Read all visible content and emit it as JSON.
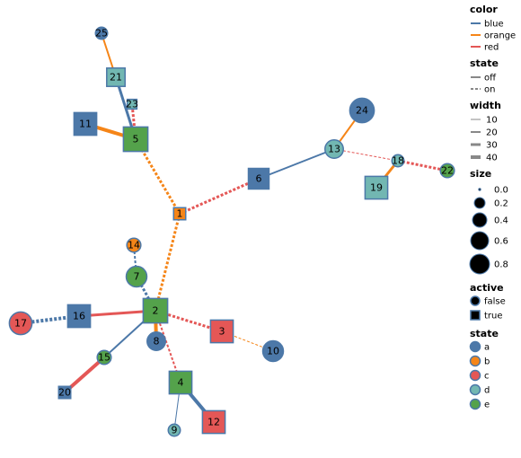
{
  "chart_data": {
    "type": "network",
    "nodes": [
      {
        "id": "1",
        "state": "b",
        "size": 0.1,
        "active": true
      },
      {
        "id": "2",
        "state": "e",
        "size": 0.6,
        "active": true
      },
      {
        "id": "3",
        "state": "c",
        "size": 0.5,
        "active": true
      },
      {
        "id": "4",
        "state": "e",
        "size": 0.5,
        "active": true
      },
      {
        "id": "5",
        "state": "e",
        "size": 0.6,
        "active": true
      },
      {
        "id": "6",
        "state": "a",
        "size": 0.4,
        "active": true
      },
      {
        "id": "7",
        "state": "e",
        "size": 0.4,
        "active": false
      },
      {
        "id": "8",
        "state": "a",
        "size": 0.3,
        "active": false
      },
      {
        "id": "9",
        "state": "d",
        "size": 0.1,
        "active": false
      },
      {
        "id": "10",
        "state": "a",
        "size": 0.4,
        "active": false
      },
      {
        "id": "11",
        "state": "a",
        "size": 0.5,
        "active": true
      },
      {
        "id": "12",
        "state": "c",
        "size": 0.5,
        "active": true
      },
      {
        "id": "13",
        "state": "d",
        "size": 0.3,
        "active": false
      },
      {
        "id": "14",
        "state": "b",
        "size": 0.15,
        "active": false
      },
      {
        "id": "15",
        "state": "e",
        "size": 0.15,
        "active": false
      },
      {
        "id": "16",
        "state": "a",
        "size": 0.5,
        "active": true
      },
      {
        "id": "17",
        "state": "c",
        "size": 0.5,
        "active": false
      },
      {
        "id": "18",
        "state": "d",
        "size": 0.1,
        "active": false
      },
      {
        "id": "19",
        "state": "d",
        "size": 0.5,
        "active": true
      },
      {
        "id": "20",
        "state": "a",
        "size": 0.1,
        "active": true
      },
      {
        "id": "21",
        "state": "d",
        "size": 0.3,
        "active": true
      },
      {
        "id": "22",
        "state": "e",
        "size": 0.15,
        "active": false
      },
      {
        "id": "23",
        "state": "d",
        "size": 0.05,
        "active": true
      },
      {
        "id": "24",
        "state": "a",
        "size": 0.6,
        "active": false
      },
      {
        "id": "25",
        "state": "a",
        "size": 0.1,
        "active": false
      }
    ],
    "edges": [
      {
        "source": "1",
        "target": "2",
        "color": "orange",
        "state": "on",
        "width": 30
      },
      {
        "source": "1",
        "target": "5",
        "color": "orange",
        "state": "on",
        "width": 30
      },
      {
        "source": "1",
        "target": "6",
        "color": "red",
        "state": "on",
        "width": 30
      },
      {
        "source": "6",
        "target": "13",
        "color": "blue",
        "state": "off",
        "width": 20
      },
      {
        "source": "13",
        "target": "24",
        "color": "orange",
        "state": "off",
        "width": 20
      },
      {
        "source": "13",
        "target": "18",
        "color": "red",
        "state": "on",
        "width": 10
      },
      {
        "source": "18",
        "target": "22",
        "color": "red",
        "state": "on",
        "width": 30
      },
      {
        "source": "18",
        "target": "19",
        "color": "orange",
        "state": "off",
        "width": 30
      },
      {
        "source": "5",
        "target": "11",
        "color": "orange",
        "state": "off",
        "width": 40
      },
      {
        "source": "5",
        "target": "23",
        "color": "red",
        "state": "on",
        "width": 30
      },
      {
        "source": "5",
        "target": "21",
        "color": "blue",
        "state": "off",
        "width": 30
      },
      {
        "source": "21",
        "target": "25",
        "color": "orange",
        "state": "off",
        "width": 20
      },
      {
        "source": "2",
        "target": "16",
        "color": "red",
        "state": "off",
        "width": 30
      },
      {
        "source": "16",
        "target": "17",
        "color": "blue",
        "state": "on",
        "width": 40
      },
      {
        "source": "2",
        "target": "7",
        "color": "blue",
        "state": "on",
        "width": 30
      },
      {
        "source": "7",
        "target": "14",
        "color": "blue",
        "state": "on",
        "width": 20
      },
      {
        "source": "2",
        "target": "8",
        "color": "orange",
        "state": "off",
        "width": 40
      },
      {
        "source": "2",
        "target": "3",
        "color": "red",
        "state": "on",
        "width": 30
      },
      {
        "source": "3",
        "target": "10",
        "color": "orange",
        "state": "on",
        "width": 10
      },
      {
        "source": "2",
        "target": "15",
        "color": "blue",
        "state": "off",
        "width": 20
      },
      {
        "source": "15",
        "target": "20",
        "color": "red",
        "state": "off",
        "width": 40
      },
      {
        "source": "2",
        "target": "4",
        "color": "red",
        "state": "on",
        "width": 20
      },
      {
        "source": "4",
        "target": "9",
        "color": "blue",
        "state": "off",
        "width": 10
      },
      {
        "source": "4",
        "target": "12",
        "color": "blue",
        "state": "off",
        "width": 40
      }
    ],
    "legend": {
      "edge_color": {
        "title": "color",
        "items": [
          {
            "label": "blue",
            "color": "#4c78a8"
          },
          {
            "label": "orange",
            "color": "#f58518"
          },
          {
            "label": "red",
            "color": "#e45756"
          }
        ]
      },
      "edge_state": {
        "title": "state",
        "items": [
          "off",
          "on"
        ]
      },
      "edge_width": {
        "title": "width",
        "items": [
          10,
          20,
          30,
          40
        ]
      },
      "node_size": {
        "title": "size",
        "items": [
          "0.0",
          "0.2",
          "0.4",
          "0.6",
          "0.8"
        ]
      },
      "node_active": {
        "title": "active",
        "items": [
          "false",
          "true"
        ]
      },
      "node_state": {
        "title": "state",
        "items": [
          {
            "label": "a",
            "color": "#4c78a8"
          },
          {
            "label": "b",
            "color": "#f58518"
          },
          {
            "label": "c",
            "color": "#e45756"
          },
          {
            "label": "d",
            "color": "#72b7b2"
          },
          {
            "label": "e",
            "color": "#54a24b"
          }
        ]
      }
    }
  }
}
